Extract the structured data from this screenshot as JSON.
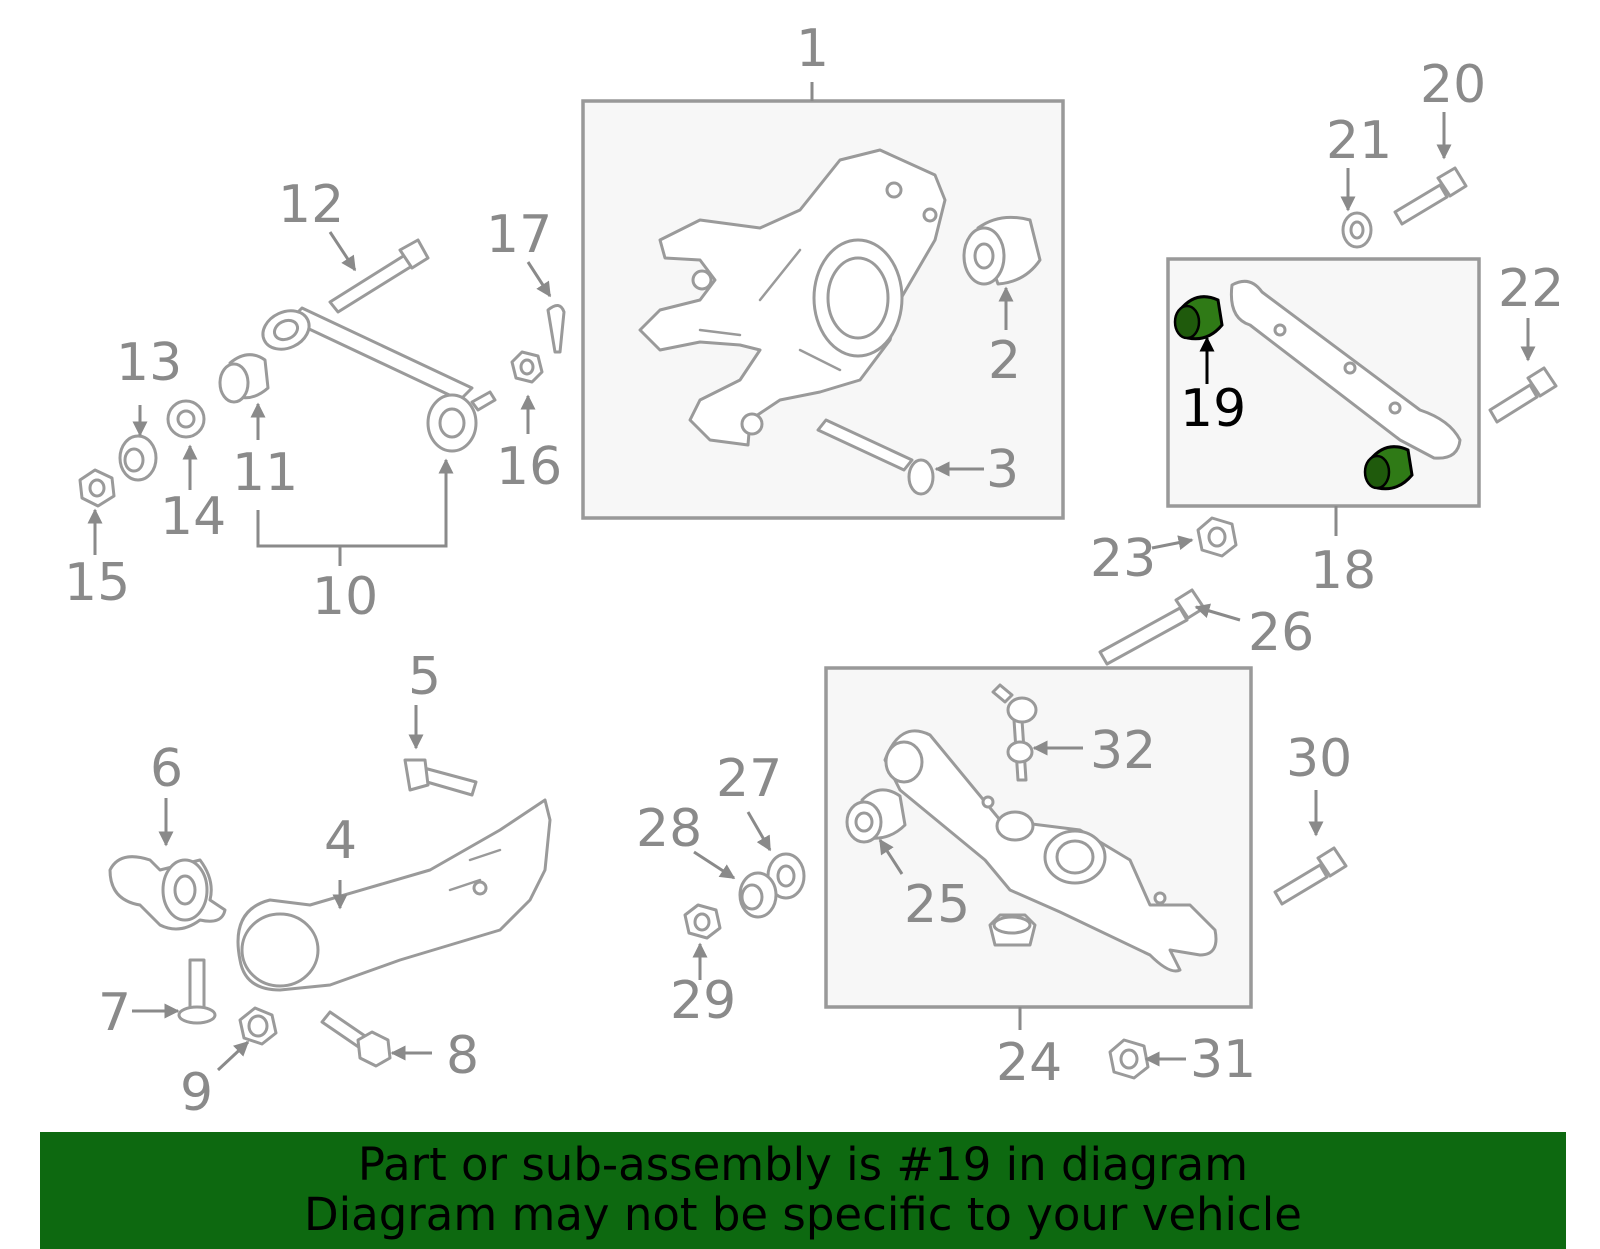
{
  "diagram": {
    "labels": [
      "1",
      "2",
      "3",
      "4",
      "5",
      "6",
      "7",
      "8",
      "9",
      "10",
      "11",
      "12",
      "13",
      "14",
      "15",
      "16",
      "17",
      "18",
      "19",
      "20",
      "21",
      "22",
      "23",
      "24",
      "25",
      "26",
      "27",
      "28",
      "29",
      "30",
      "31",
      "32"
    ],
    "highlighted_part": "19",
    "highlight_color": "#2f7a16"
  },
  "banner": {
    "line1": "Part or sub-assembly is #19 in diagram",
    "line2": "Diagram may not be specific to your vehicle",
    "background": "#0d6910"
  }
}
